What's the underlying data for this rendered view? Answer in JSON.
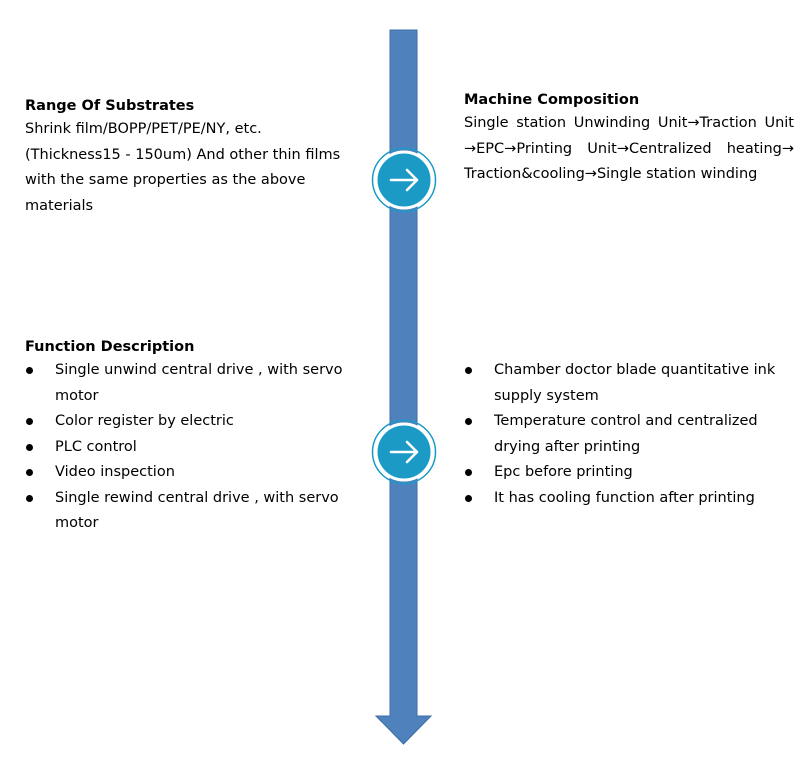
{
  "range_of_substrates": {
    "title": "Range Of Substrates",
    "text": "Shrink film/BOPP/PET/PE/NY, etc. (Thickness15 - 150um) And other thin films with the same properties as the above materials"
  },
  "machine_composition": {
    "title": "Machine Composition",
    "text": "Single station Unwinding Unit→Traction Unit →EPC→Printing Unit→Centralized heating→ Traction&cooling→Single station winding"
  },
  "function_description": {
    "title": "Function Description",
    "items": [
      "Single unwind central drive , with servo motor",
      "Color register by electric",
      "PLC control",
      "Video inspection",
      "Single rewind central drive , with servo motor"
    ]
  },
  "features": {
    "items": [
      "Chamber doctor blade quantitative ink supply system",
      "Temperature control and centralized drying after printing",
      "Epc before printing",
      "It has cooling function after printing"
    ]
  },
  "colors": {
    "shaft_fill": "#4f81bd",
    "shaft_stroke": "#3c6ea6",
    "circle_fill": "#1b9ac6",
    "circle_stroke": "#ffffff",
    "circle_outline": "#1b9ac6",
    "arrow_glyph": "#ffffff"
  },
  "icons": {
    "timeline": "down-arrow-icon",
    "nodes": "right-arrow-icon"
  }
}
